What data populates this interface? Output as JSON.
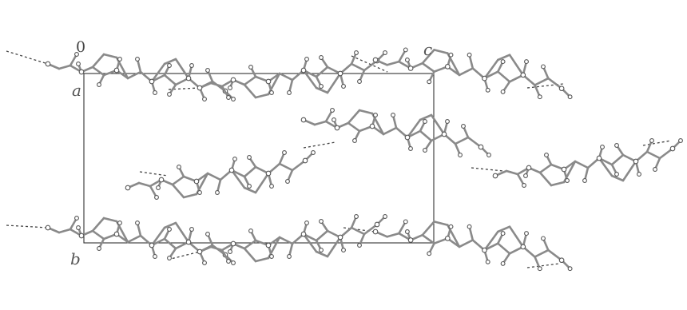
{
  "labels": {
    "origin": "0",
    "axis_a": "a",
    "axis_b": "b",
    "axis_c": "c"
  },
  "colors": {
    "bond": "#8a8a8a",
    "atom_stroke": "#555555",
    "atom_fill": "#ffffff",
    "hbond": "#444444",
    "cell": "#333333"
  },
  "figure": {
    "type": "crystal-packing-diagram",
    "molecule_copies": 7,
    "unit_cell_edges": [
      "a",
      "b",
      "c"
    ]
  }
}
